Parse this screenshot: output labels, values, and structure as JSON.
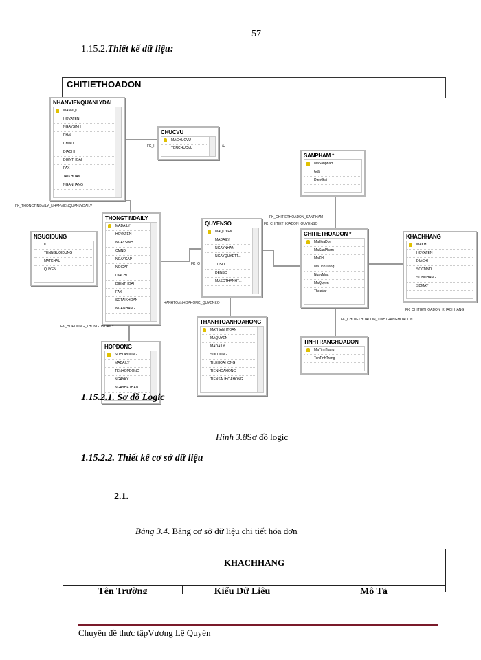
{
  "page_number": "57",
  "heading_prefix": "1.15.2.",
  "heading_text": "Thiết kế dữ liệu:",
  "diagram": {
    "frame_title": "CHITIETHOADON",
    "tables": [
      {
        "name": "NHANVIENQUANLYDAI",
        "fields": [
          "MANVQL",
          "HOVATEN",
          "NGAYSINH",
          "PHAI",
          "CMND",
          "DIACHI",
          "DIENTHOAI",
          "FAX",
          "TAIKHOAN",
          "NGANHANG"
        ],
        "key": 0,
        "scroll": true
      },
      {
        "name": "CHUCVU",
        "fields": [
          "MACHUCVU",
          "TENCHUCVU"
        ],
        "key": 0,
        "scroll": true
      },
      {
        "name": "SANPHAM *",
        "fields": [
          "MaSanpham",
          "Gia",
          "DienGiai"
        ],
        "key": 0,
        "scroll": false
      },
      {
        "name": "THONGTINDAILY",
        "fields": [
          "MADAILY",
          "HOVATEN",
          "NGAYSINH",
          "CMND",
          "NGAYCAP",
          "NOICAP",
          "DIACHI",
          "DIENTHOAI",
          "FAX",
          "SOTAIKHOAN",
          "NGANHANG"
        ],
        "key": 0,
        "scroll": true
      },
      {
        "name": "NGUOIDUNG",
        "fields": [
          "ID",
          "TENNGUOIDUNG",
          "MATKHAU",
          "QUYEN"
        ],
        "key": -1,
        "scroll": false
      },
      {
        "name": "QUYENSO",
        "fields": [
          "MAQUYEN",
          "MADAILY",
          "NGAYNHAN",
          "NGAYQUYETT...",
          "TUSO",
          "DENSO",
          "MASOTHANHT..."
        ],
        "key": 0,
        "scroll": true
      },
      {
        "name": "CHITIETHOADON *",
        "fields": [
          "MaHoaDon",
          "MaSanPham",
          "MaKH",
          "MaTinhTrang",
          "NgayMua",
          "MaQuyen",
          "ThueVat"
        ],
        "key": 0,
        "scroll": false
      },
      {
        "name": "KHACHHANG",
        "fields": [
          "MAKH",
          "HOVATEN",
          "DIACHI",
          "SOCMND",
          "SOHDHANG",
          "SDMAY"
        ],
        "key": 0,
        "scroll": false
      },
      {
        "name": "THANHTOANHOAHONG",
        "fields": [
          "MATHANHTOAN",
          "MAQUYEN",
          "MADAILY",
          "SOLUONG",
          "TILEHOAHONG",
          "TIENHOAHONG",
          "TIENSAUHOAHONG"
        ],
        "key": 0,
        "scroll": true
      },
      {
        "name": "HOPDONG",
        "fields": [
          "SOHOPDONG",
          "MADAILY",
          "TENHOPDONG",
          "NGAYKY",
          "NGAYHETHAN"
        ],
        "key": 0,
        "scroll": true
      },
      {
        "name": "TINHTRANGHOADON",
        "fields": [
          "MaTinhTrang",
          "TenTinhTrang"
        ],
        "key": 0,
        "scroll": false
      }
    ],
    "relationships": [
      "FK_THONGTINDAILY_NHANVIENQUANLYDAILY",
      "FK_HOPDONG_THONGTINDAILY",
      "FK_CHITIETHOADON_SANPHAM",
      "FK_CHITIETHOADON_QUYENSO",
      "FK_CHITIETHOADON_KHACHHANG",
      "FK_CHITIETHOADON_TINHTRANGHOADON",
      "HANHTOANHOAHONG_QUYENSO",
      "FK_Q",
      "FK_I",
      "/U"
    ]
  },
  "subheading_1": "1.15.2.1. Sơ đồ Logic",
  "figure_caption_label": "Hình 3.8",
  "figure_caption_text": "Sơ đồ logic",
  "subheading_2": "1.15.2.2.  Thiết kế cơ sở dữ liệu",
  "item_number": "2.1.",
  "table_caption_label": "Bảng 3.4",
  "table_caption_text": ". Bảng  cơ sở dữ liệu chi tiết hóa đơn",
  "db_table": {
    "title": "KHACHHANG",
    "headers": [
      "Tên Trường",
      "Kiểu Dữ Liệu",
      "Mô Tả"
    ]
  },
  "footer": "Chuyên  đề thực tậpVương  Lệ Quyên"
}
